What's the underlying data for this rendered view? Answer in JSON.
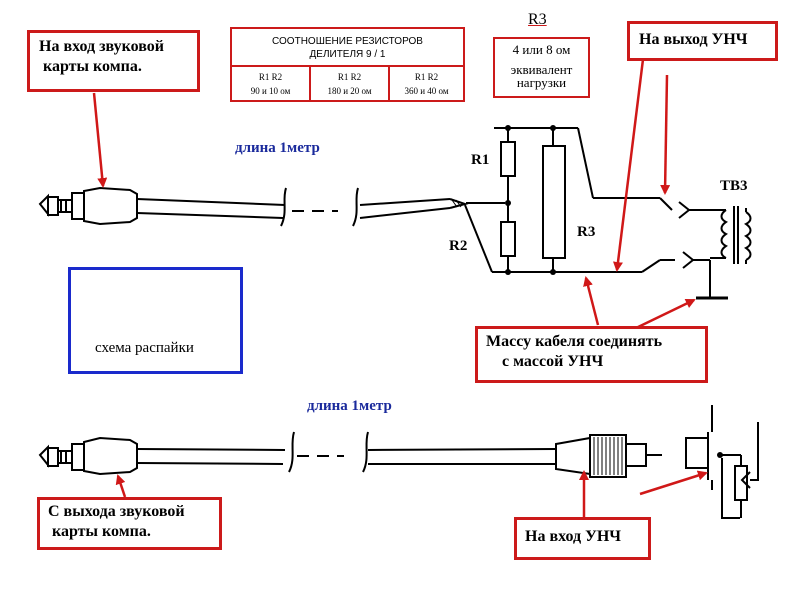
{
  "labels": {
    "input_sound_card": "На вход звуковой\n карты компа.",
    "output_sound_card": "С выхода звуковой\n карты компа.",
    "to_amp_output": "На выход УНЧ",
    "to_amp_input": "На вход УНЧ",
    "ground_note": "Массу кабеля соединять\n    с массой УНЧ",
    "length_top": "длина 1метр",
    "length_bottom": "длина 1метр",
    "wiring_scheme": "схема распайки",
    "r1": "R1",
    "r2": "R2",
    "r3": "R3",
    "transformer": "ТВ3"
  },
  "table": {
    "title_line1": "СООТНОШЕНИЕ РЕЗИСТОРОВ",
    "title_line2": "ДЕЛИТЕЛЯ   9  / 1",
    "columns": [
      {
        "header": "R1     R2",
        "values": "90 и 10 ом"
      },
      {
        "header": "R1     R2",
        "values": "180 и 20 ом"
      },
      {
        "header": "R1     R2",
        "values": "360 и 40 ом"
      }
    ]
  },
  "r3_box": {
    "title": "R3",
    "line1": "4 или 8 ом",
    "line2": "эквивалент",
    "line3": "нагрузки"
  },
  "colors": {
    "red": "#cc1a1a",
    "blue": "#1a2acc",
    "label_blue": "#1a2a9c"
  }
}
